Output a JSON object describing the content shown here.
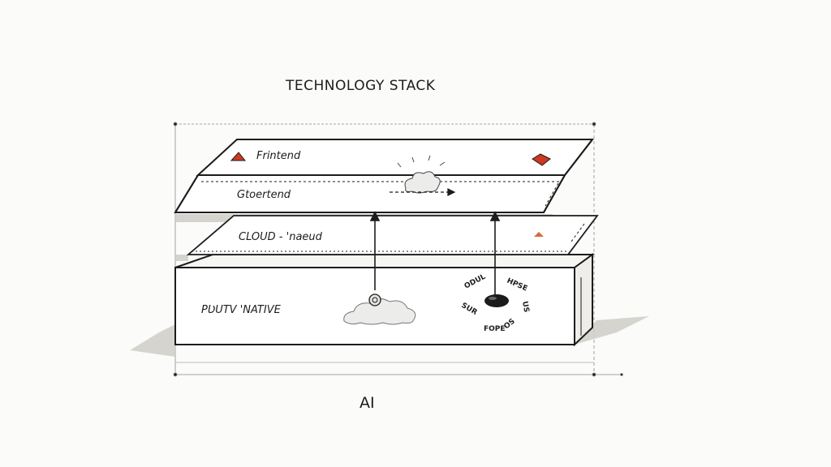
{
  "diagram": {
    "title": "TECHNOLOGY STACK",
    "bottom_label": "AI",
    "layers": [
      {
        "id": "top",
        "labels": [
          "Frintend",
          "Gtoertend"
        ]
      },
      {
        "id": "middle",
        "labels": [
          "CLOUD - 'naeud"
        ]
      },
      {
        "id": "base",
        "labels": [
          "PƲUTV 'NATIVE"
        ]
      }
    ],
    "circle_text": {
      "top_left": "ODUL",
      "top_right": "HPSE",
      "bottom_left": "SUR",
      "bottom_mid": "FOPE",
      "bottom_right": "OS",
      "right_side": "US"
    }
  },
  "colors": {
    "ink": "#1c1c1c",
    "accent_red": "#cc3a22",
    "shadow": "#cfcdc8",
    "paper": "#fbfbf9"
  },
  "icons": [
    "warning-triangle-icon",
    "red-square-icon",
    "cloud-icon",
    "gear-cloud-icon",
    "dark-disc-icon"
  ]
}
